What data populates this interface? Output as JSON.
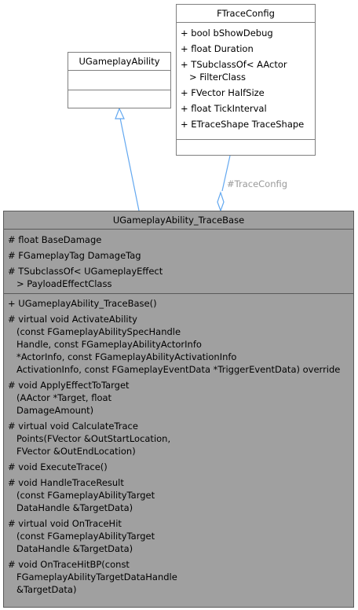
{
  "gameplay_ability": {
    "title": "UGameplayAbility"
  },
  "trace_config": {
    "title": "FTraceConfig",
    "members": [
      "+ bool bShowDebug",
      "+ float Duration",
      "+ TSubclassOf< AActor\n   > FilterClass",
      "+ FVector HalfSize",
      "+ float TickInterval",
      "+ ETraceShape TraceShape"
    ]
  },
  "association_label": "#TraceConfig",
  "trace_base": {
    "title": "UGameplayAbility_TraceBase",
    "attributes": [
      "# float BaseDamage",
      "# FGameplayTag DamageTag",
      "# TSubclassOf< UGameplayEffect\n   > PayloadEffectClass"
    ],
    "constructor": "+ UGameplayAbility_TraceBase()",
    "methods": [
      "# virtual void ActivateAbility\n   (const FGameplayAbilitySpecHandle\n   Handle, const FGameplayAbilityActorInfo\n   *ActorInfo, const FGameplayAbilityActivationInfo\n   ActivationInfo, const FGameplayEventData *TriggerEventData) override",
      "# void ApplyEffectToTarget\n   (AActor *Target, float\n   DamageAmount)",
      "# virtual void CalculateTrace\n   Points(FVector &OutStartLocation,\n   FVector &OutEndLocation)",
      "# void ExecuteTrace()",
      "# void HandleTraceResult\n   (const FGameplayAbilityTarget\n   DataHandle &TargetData)",
      "# virtual void OnTraceHit\n   (const FGameplayAbilityTarget\n   DataHandle &TargetData)",
      "# void OnTraceHitBP(const\n   FGameplayAbilityTargetDataHandle\n   &TargetData)"
    ]
  }
}
